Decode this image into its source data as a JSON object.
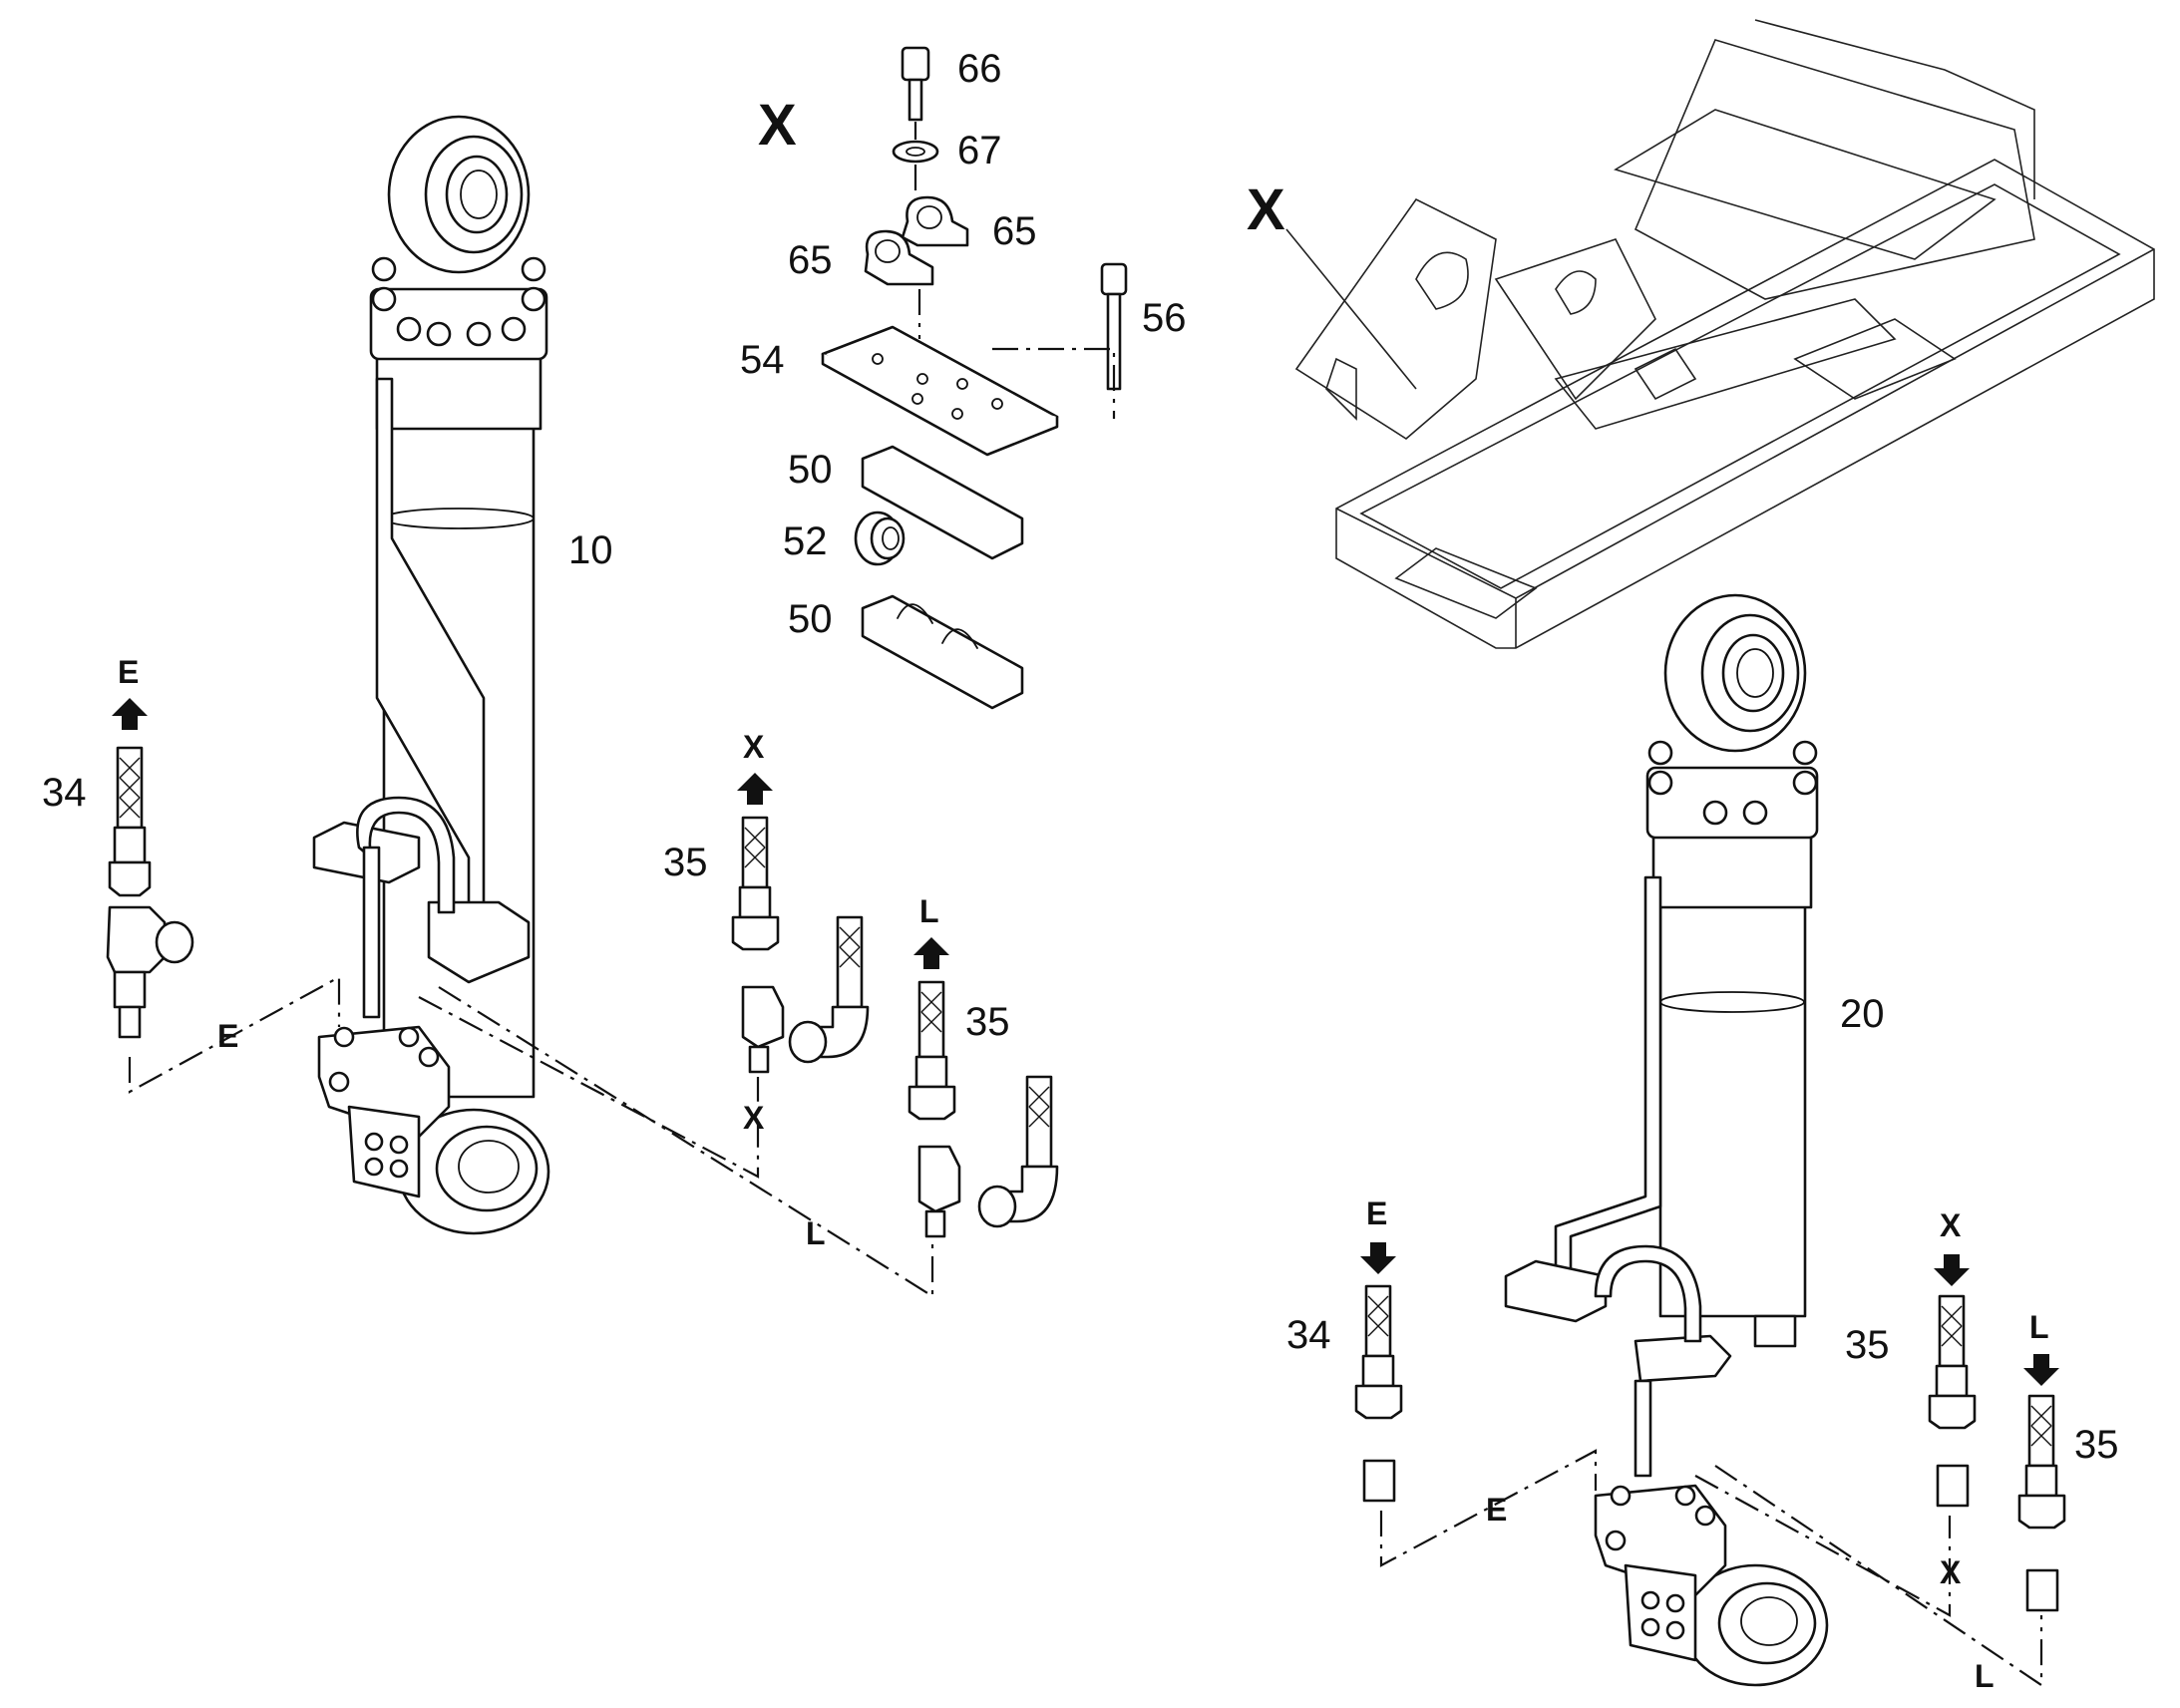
{
  "callouts": {
    "cyl_left": "10",
    "cyl_right": "20",
    "p66": "66",
    "p67": "67",
    "p65a": "65",
    "p65b": "65",
    "p54": "54",
    "p56": "56",
    "p50a": "50",
    "p52": "52",
    "p50b": "50",
    "l34": "34",
    "l35x": "35",
    "l35l": "35",
    "r34": "34",
    "r35x": "35",
    "r35l": "35"
  },
  "connections": {
    "e": "E",
    "x": "X",
    "l": "L"
  },
  "detail": {
    "x_marker": "X",
    "x_frame": "X"
  },
  "colors": {
    "line": "#111111",
    "background": "#ffffff"
  }
}
